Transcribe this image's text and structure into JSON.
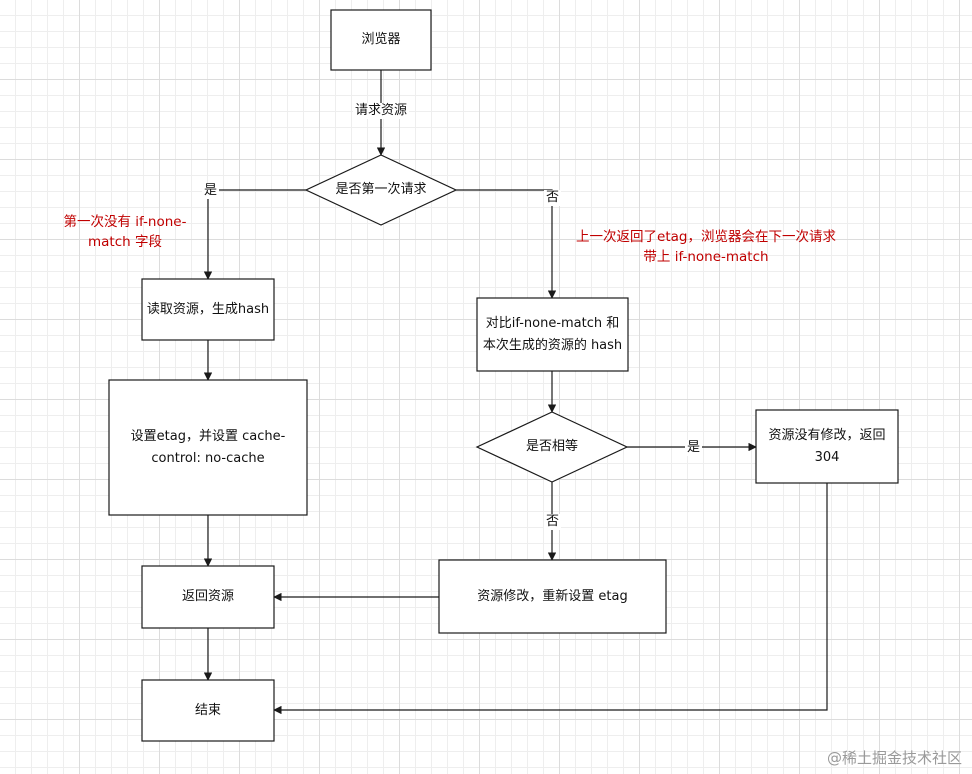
{
  "nodes": {
    "browser": "浏览器",
    "first_request": "是否第一次请求",
    "read_resource": "读取资源，生成hash",
    "set_etag": "设置etag，并设置 cache-control: no-cache",
    "return_resource": "返回资源",
    "end": "结束",
    "compare": "对比if-none-match 和本次生成的资源的 hash",
    "is_equal": "是否相等",
    "not_modified": "资源没有修改，返回 304",
    "modified": "资源修改，重新设置 etag"
  },
  "edge_labels": {
    "request": "请求资源",
    "first_yes": "是",
    "first_no": "否",
    "equal_yes": "是",
    "equal_no": "否"
  },
  "notes": {
    "left": "第一次没有 if-none-match 字段",
    "right": "上一次返回了etag，浏览器会在下一次请求带上 if-none-match"
  },
  "colors": {
    "note": "#c00000",
    "stroke": "#1a1a1a",
    "grid": "#dcdcdc"
  },
  "watermark": "@稀土掘金技术社区"
}
